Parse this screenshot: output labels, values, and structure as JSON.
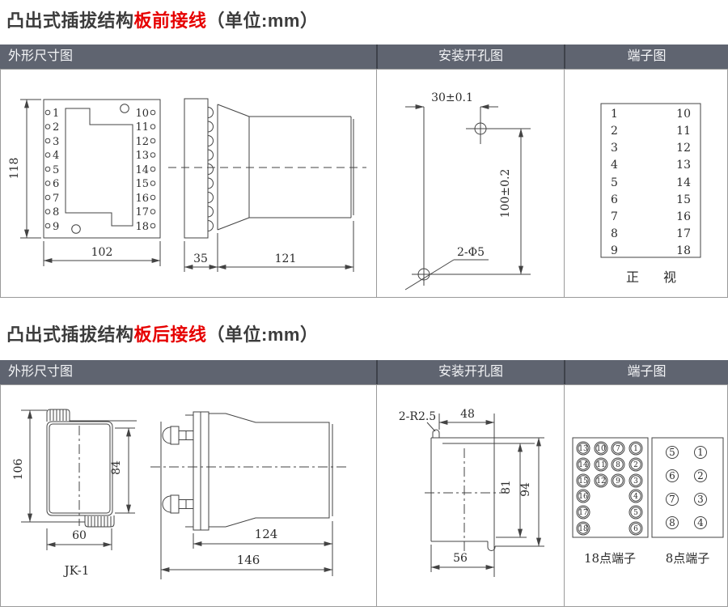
{
  "sections": [
    {
      "title_prefix": "凸出式插拔结构",
      "title_red": "板前接线",
      "title_suffix": "（单位:mm）",
      "col_headers": [
        "外形尺寸图",
        "安装开孔图",
        "端子图"
      ],
      "terminals": {
        "left": [
          "1",
          "2",
          "3",
          "4",
          "5",
          "6",
          "7",
          "8",
          "9"
        ],
        "right": [
          "10",
          "11",
          "12",
          "13",
          "14",
          "15",
          "16",
          "17",
          "18"
        ]
      },
      "outline": {
        "dim_height": "118",
        "dim_width": "102",
        "dim_flange": "35",
        "dim_body": "121"
      },
      "install": {
        "dim_h": "30±0.1",
        "dim_v": "100±0.2",
        "holes": "2-Φ5"
      },
      "terminal_view": {
        "caption_left": "正",
        "caption_right": "视"
      }
    },
    {
      "title_prefix": "凸出式插拔结构",
      "title_red": "板后接线",
      "title_suffix": "（单位:mm）",
      "col_headers": [
        "外形尺寸图",
        "安装开孔图",
        "端子图"
      ],
      "outline": {
        "dim_height": "106",
        "dim_inner": "84",
        "dim_width": "60",
        "model": "JK-1",
        "dim_body": "124",
        "dim_total": "146"
      },
      "install": {
        "slot_label": "2-R2.5",
        "dim_top": "48",
        "dim_inner": "81",
        "dim_outer": "94",
        "dim_bottom": "56"
      },
      "terminal_view": {
        "t18": {
          "label": "18点端子",
          "cols": [
            [
              "13",
              "14",
              "15",
              "16",
              "17",
              "18"
            ],
            [
              "10",
              "11",
              "12"
            ],
            [
              "7",
              "8",
              "9"
            ],
            [
              "1",
              "2",
              "3",
              "4",
              "5",
              "6"
            ]
          ]
        },
        "t8": {
          "label": "8点端子",
          "left": [
            "5",
            "6",
            "7",
            "8"
          ],
          "right": [
            "1",
            "2",
            "3",
            "4"
          ]
        }
      }
    }
  ]
}
